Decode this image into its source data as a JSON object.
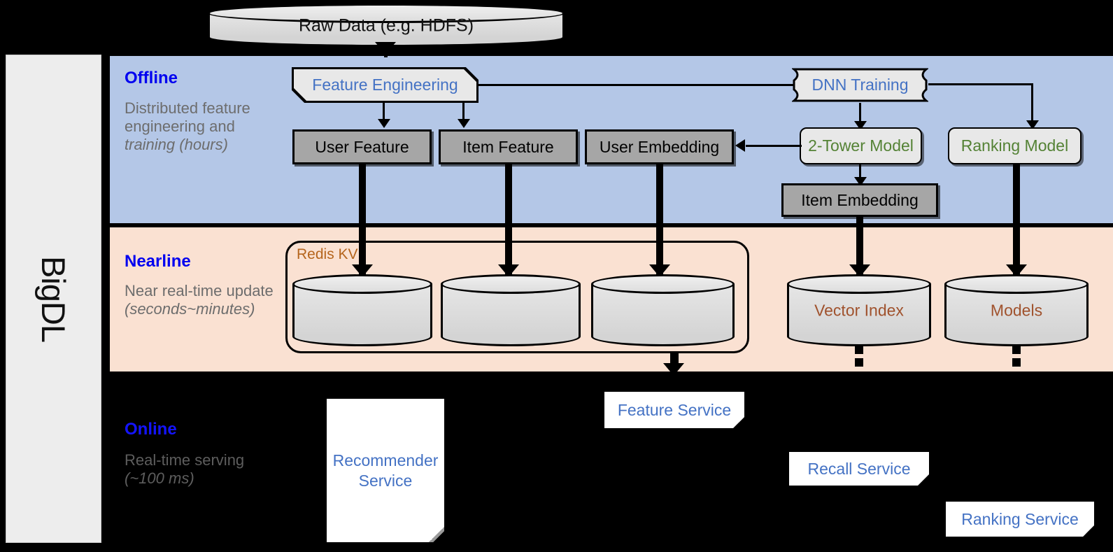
{
  "framework": {
    "name": "BigDL"
  },
  "bands": [
    {
      "id": "offline",
      "title": "Offline",
      "subtitle": "Distributed feature engineering and training (hours)",
      "sub_plain": "Distributed feature engineering and ",
      "sub_italic": "training (hours)",
      "bg": "#b4c7e7"
    },
    {
      "id": "nearline",
      "title": "Nearline",
      "subtitle": "Near real-time update (seconds~minutes)",
      "sub_plain": "Near real-time update ",
      "sub_italic": "(seconds~minutes)",
      "bg": "#fae1d2"
    },
    {
      "id": "online",
      "title": "Online",
      "subtitle": "Real-time serving (~100 ms)",
      "sub_plain": "Real-time serving ",
      "sub_italic": "(~100 ms)",
      "bg": "#000000"
    }
  ],
  "source": {
    "label": "Raw Data (e.g. HDFS)"
  },
  "offline": {
    "feature_engineering": "Feature Engineering",
    "dnn_training": "DNN Training",
    "user_feature": "User Feature",
    "item_feature": "Item Feature",
    "user_embedding": "User Embedding",
    "item_embedding": "Item Embedding",
    "two_tower_model": "2-Tower Model",
    "ranking_model": "Ranking Model"
  },
  "nearline": {
    "redis_kv": "Redis KV",
    "stores": [
      "",
      "",
      ""
    ],
    "vector_index": "Vector Index",
    "models": "Models"
  },
  "online": {
    "recommender_service": "Recommender Service",
    "feature_service": "Feature Service",
    "recall_service": "Recall Service",
    "ranking_service": "Ranking Service"
  },
  "colors": {
    "offline_bg": "#b4c7e7",
    "nearline_bg": "#fae1d2",
    "online_bg": "#000000",
    "band_title": "#0000f0",
    "band_sub": "#6d6d6d",
    "process_text_blue": "#4472c4",
    "model_text_green": "#548235",
    "store_text_orange": "#a0522d",
    "data_box_fill": "#a6a6a6",
    "process_box_fill": "#e8e8e8",
    "sidebar_fill": "#ededed"
  }
}
